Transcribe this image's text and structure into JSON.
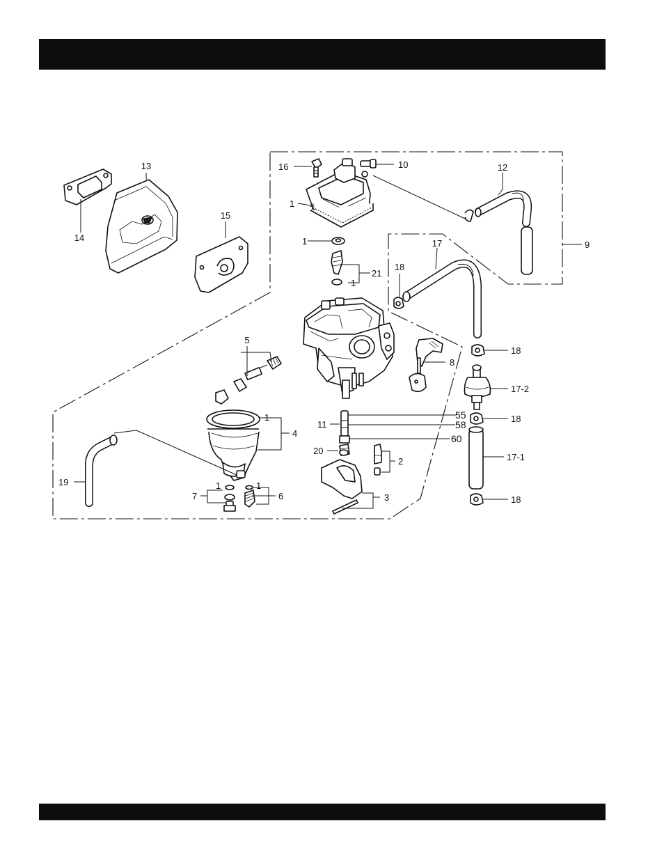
{
  "labels": {
    "p1_a": "1",
    "p1_b": "1",
    "p1_c": "1",
    "p1_d": "1",
    "p1_e": "1",
    "p1_f": "1",
    "p2": "2",
    "p3": "3",
    "p4": "4",
    "p5": "5",
    "p6": "6",
    "p7": "7",
    "p8": "8",
    "p9": "9",
    "p10": "10",
    "p11": "11",
    "p12": "12",
    "p13": "13",
    "p14": "14",
    "p15": "15",
    "p16": "16",
    "p17": "17",
    "p17_1": "17-1",
    "p17_2": "17-2",
    "p18_a": "18",
    "p18_b": "18",
    "p18_c": "18",
    "p18_d": "18",
    "p19": "19",
    "p20": "20",
    "p21": "21",
    "p55": "55",
    "p58": "58",
    "p60": "60"
  }
}
